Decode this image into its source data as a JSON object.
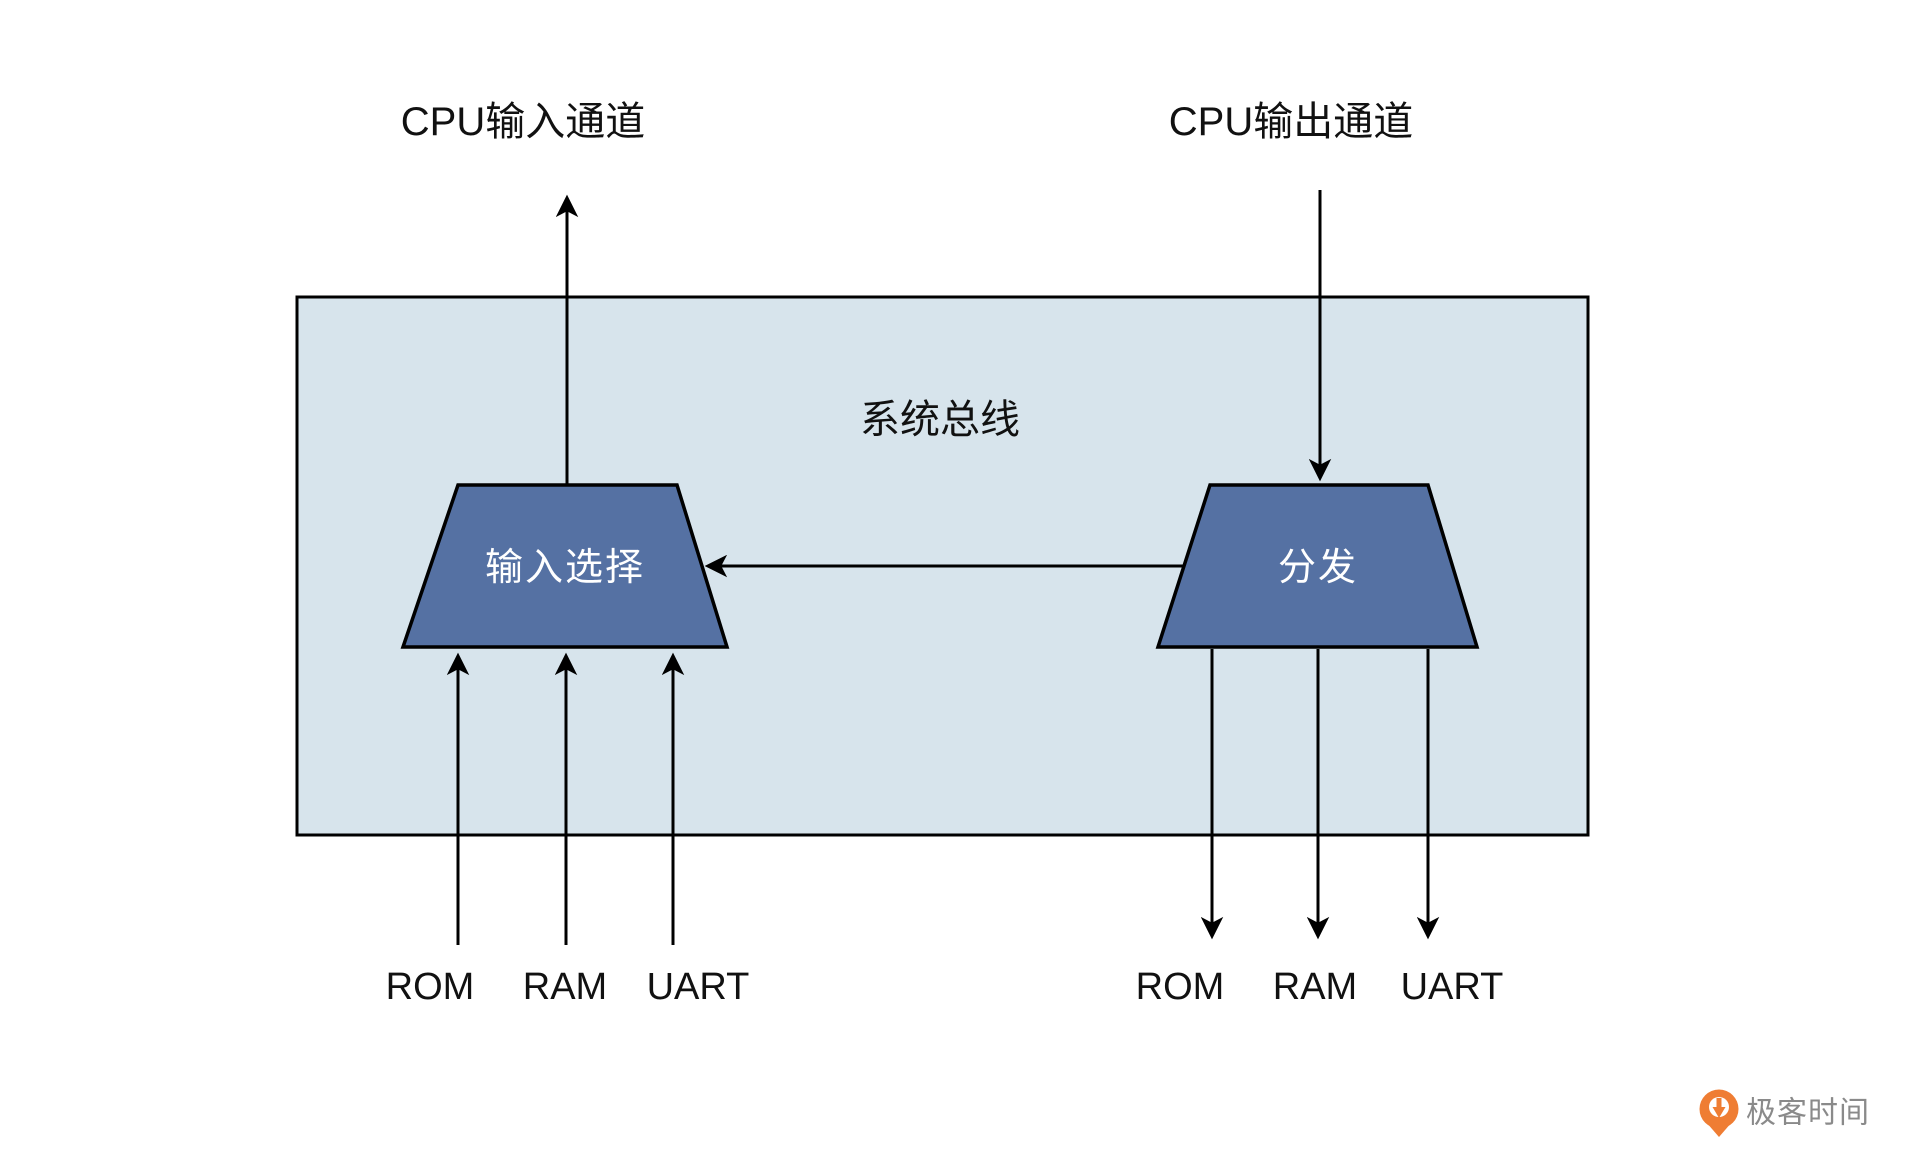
{
  "diagram": {
    "cpu_input_label": "CPU输入通道",
    "cpu_output_label": "CPU输出通道",
    "bus_label": "系统总线",
    "input_selector_label": "输入选择",
    "distributor_label": "分发",
    "input_sources": [
      "ROM",
      "RAM",
      "UART"
    ],
    "output_targets": [
      "ROM",
      "RAM",
      "UART"
    ]
  },
  "colors": {
    "bus_fill": "#d7e4ec",
    "bus_stroke": "#000000",
    "mux_fill": "#5571a3",
    "mux_stroke": "#000000",
    "mux_text": "#ffffff",
    "arrow": "#000000",
    "logo_orange": "#ef7d33",
    "logo_text": "#8a8a8a"
  },
  "footer": {
    "brand": "极客时间"
  }
}
